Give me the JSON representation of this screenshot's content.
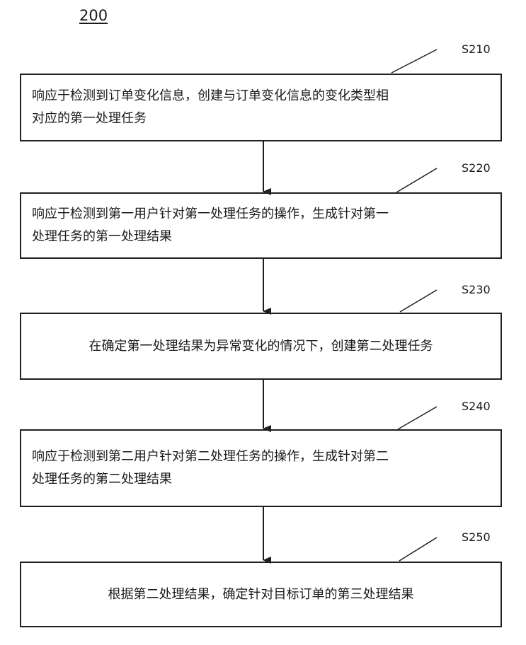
{
  "figure": {
    "number": "200"
  },
  "steps": [
    {
      "id": "S210",
      "text": "响应于检测到订单变化信息，创建与订单变化信息的变化类型相\n对应的第一处理任务"
    },
    {
      "id": "S220",
      "text": "响应于检测到第一用户针对第一处理任务的操作，生成针对第一\n处理任务的第一处理结果"
    },
    {
      "id": "S230",
      "text": "在确定第一处理结果为异常变化的情况下，创建第二处理任务"
    },
    {
      "id": "S240",
      "text": "响应于检测到第二用户针对第二处理任务的操作，生成针对第二\n处理任务的第二处理结果"
    },
    {
      "id": "S250",
      "text": "根据第二处理结果，确定针对目标订单的第三处理结果"
    }
  ]
}
